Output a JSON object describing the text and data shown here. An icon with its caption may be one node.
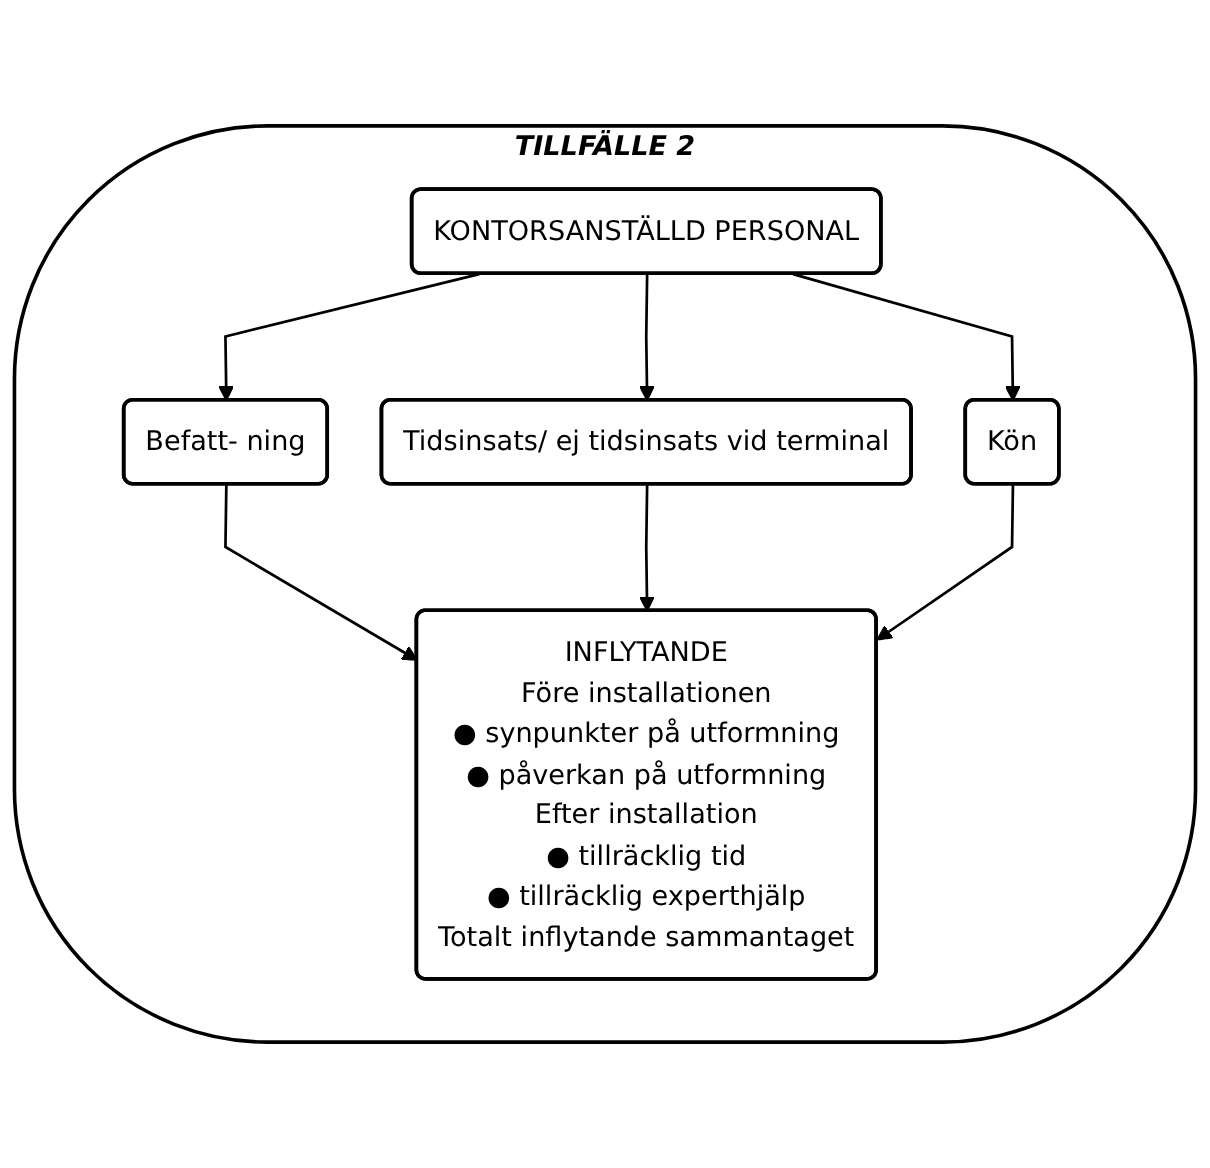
{
  "diagram": {
    "nodes": [
      {
        "text": [
          "TILLFÄLLE 2"
        ]
      },
      {
        "text": [
          "KONTORSANSTÄLLD PERSONAL"
        ],
        "in": 0
      },
      {
        "text": [
          "Befatt- ning"
        ],
        "in": 0
      },
      {
        "text": [
          "Tidsinsats/ ej tidsinsats vid terminal"
        ],
        "in": 0
      },
      {
        "text": [
          "Kön"
        ],
        "in": 0
      },
      {
        "text": [
          "INFLYTANDE",
          "Före installationen",
          "● synpunkter på utformning",
          "● påverkan på utformning",
          "Efter installation",
          "● tillräcklig tid",
          "● tillräcklig experthjälp",
          "Totalt inflytande sammantaget"
        ],
        "in": 0
      }
    ],
    "edges": [
      {
        "from": 1,
        "to": 2,
        "arrow": "to"
      },
      {
        "from": 1,
        "to": 3,
        "arrow": "to"
      },
      {
        "from": 1,
        "to": 4,
        "arrow": "to"
      },
      {
        "from": 2,
        "to": 5,
        "arrow": "to"
      },
      {
        "from": 3,
        "to": 5,
        "arrow": "to"
      },
      {
        "from": 4,
        "to": 5,
        "arrow": "to"
      }
    ]
  }
}
